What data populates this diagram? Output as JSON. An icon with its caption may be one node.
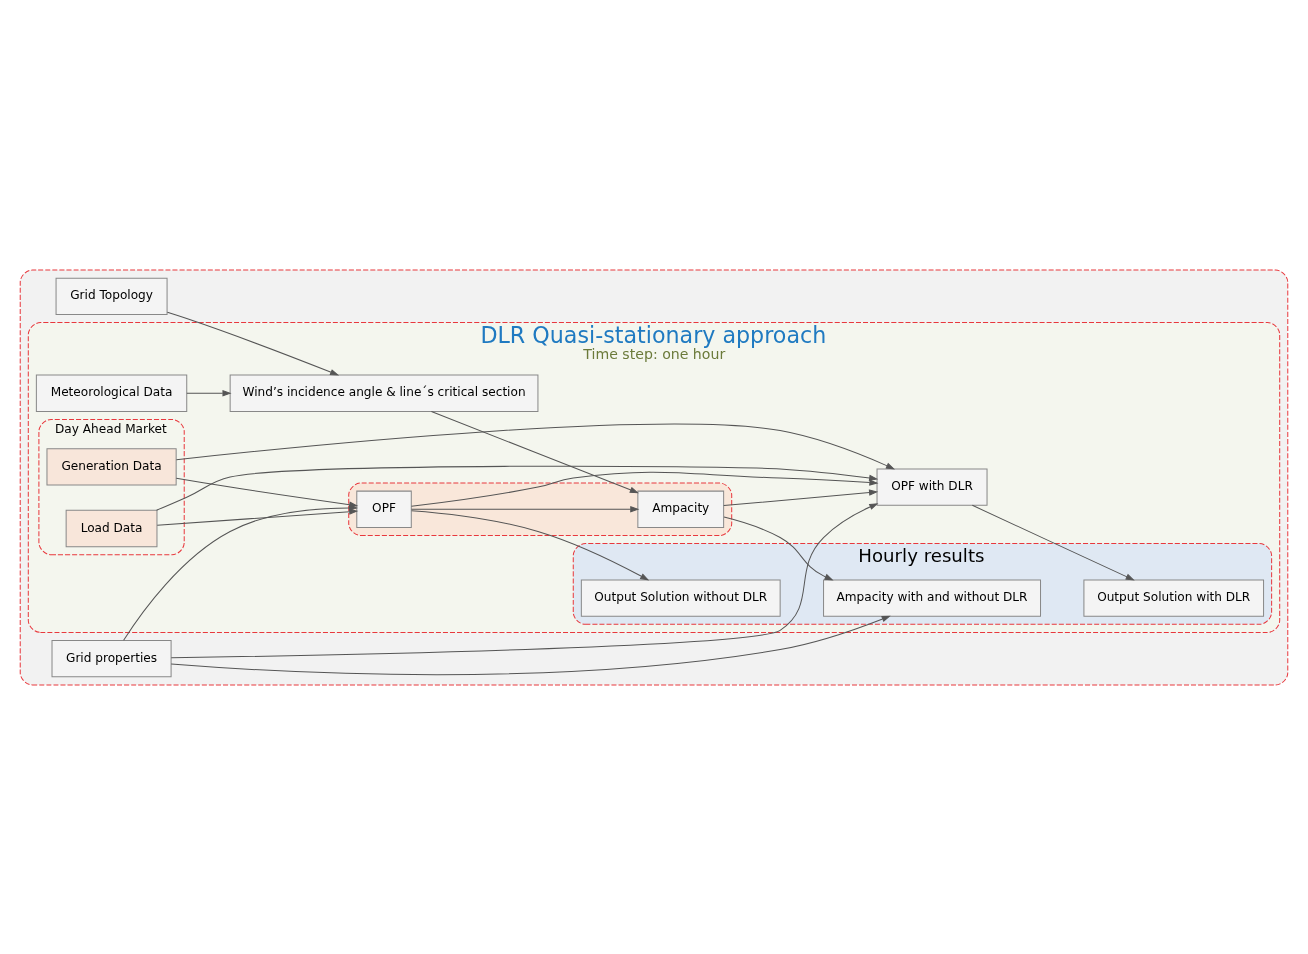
{
  "diagram": {
    "nodes": [
      {
        "text": [],
        "shape": "box"
      },
      {
        "text": [
          "DLR Quasi-stationary approach",
          "Time step: one hour"
        ],
        "in": 0
      },
      {
        "text": [
          "Day Ahead Market"
        ],
        "in": 1
      },
      {
        "text": [
          "Load Data"
        ],
        "in": 2
      },
      {
        "text": [
          "Generation Data"
        ],
        "in": 2
      },
      {
        "text": [
          "Meteorological Data"
        ],
        "in": 1
      },
      {
        "text": [
          "Hourly results"
        ],
        "in": 1
      },
      {
        "text": [
          "Output Solution with DLR"
        ],
        "in": 6
      },
      {
        "text": [
          "Grid Topology"
        ],
        "in": 0
      },
      {
        "text": [
          "Wind’s incidence angle & line´s critical section"
        ],
        "in": 1
      },
      {
        "text": [
          "OPF with DLR"
        ],
        "in": 1
      },
      {
        "text": [],
        "shape": "box",
        "in": 1
      },
      {
        "text": [
          "Ampacity"
        ],
        "in": 11
      },
      {
        "text": [
          "OPF"
        ],
        "in": 11
      },
      {
        "text": [
          "Ampacity with and without DLR"
        ],
        "in": 6
      },
      {
        "text": [
          "Grid properties"
        ],
        "in": 0
      },
      {
        "text": [
          "Output Solution without DLR"
        ],
        "in": 6
      }
    ],
    "edges": [
      {
        "from": 5,
        "to": 9,
        "arrow": "to"
      },
      {
        "from": 8,
        "to": 9,
        "arrow": "to"
      },
      {
        "from": 9,
        "to": 12,
        "arrow": "to"
      },
      {
        "from": 3,
        "to": 10,
        "arrow": "to"
      },
      {
        "from": 4,
        "to": 10,
        "arrow": "to"
      },
      {
        "from": 15,
        "to": 10,
        "arrow": "to"
      },
      {
        "from": 13,
        "to": 10,
        "arrow": "to"
      },
      {
        "from": 12,
        "to": 10,
        "arrow": "to"
      },
      {
        "from": 4,
        "to": 13,
        "arrow": "to"
      },
      {
        "from": 3,
        "to": 13,
        "arrow": "to"
      },
      {
        "from": 15,
        "to": 14,
        "arrow": "to"
      },
      {
        "from": 15,
        "to": 13,
        "arrow": "to"
      },
      {
        "from": 13,
        "to": 12,
        "arrow": "to"
      },
      {
        "from": 10,
        "to": 7,
        "arrow": "to"
      },
      {
        "from": 12,
        "to": 14,
        "arrow": "to"
      },
      {
        "from": 13,
        "to": 16,
        "arrow": "to"
      }
    ]
  }
}
